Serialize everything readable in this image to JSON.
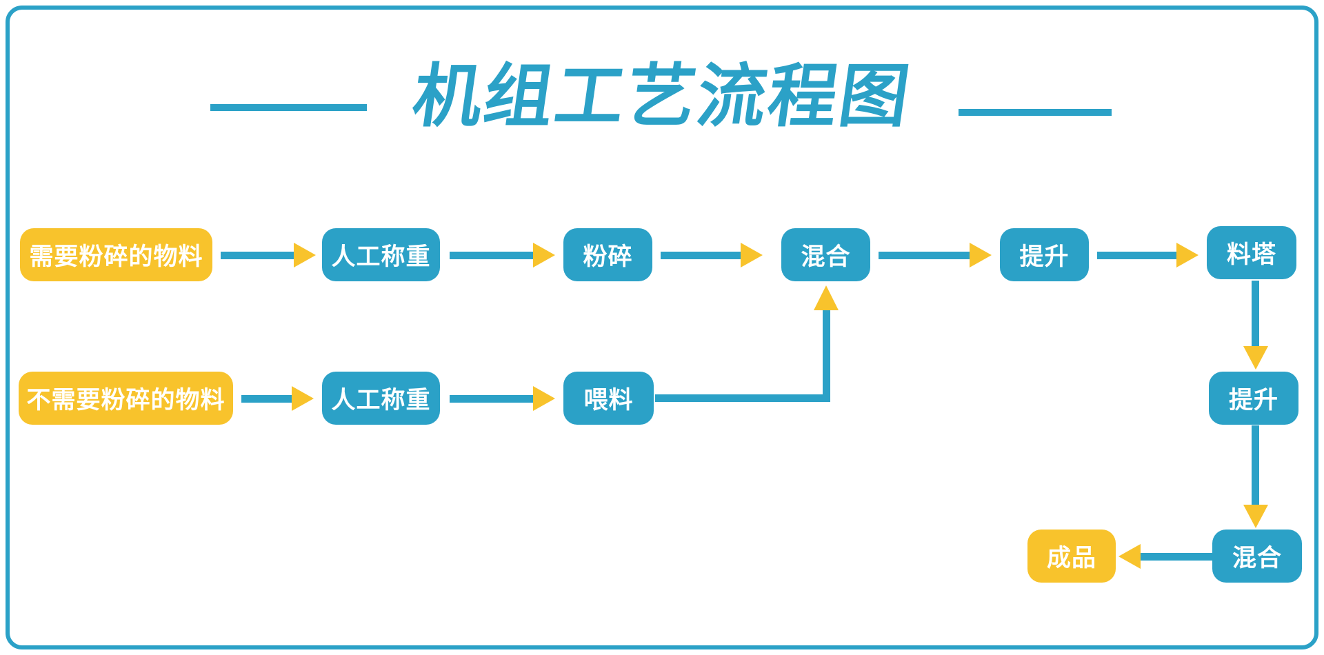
{
  "title": {
    "text": "机组工艺流程图"
  },
  "colors": {
    "teal": "#2BA1C7",
    "yellow": "#F8C32C",
    "box_text": "#FFFFFF"
  },
  "flowchart": {
    "nodes": [
      {
        "id": "mat-crush",
        "label": "需要粉碎的物料",
        "color": "yellow"
      },
      {
        "id": "weigh-1",
        "label": "人工称重",
        "color": "teal"
      },
      {
        "id": "crush",
        "label": "粉碎",
        "color": "teal"
      },
      {
        "id": "mix-1",
        "label": "混合",
        "color": "teal"
      },
      {
        "id": "lift-1",
        "label": "提升",
        "color": "teal"
      },
      {
        "id": "tower",
        "label": "料塔",
        "color": "teal"
      },
      {
        "id": "mat-nocrush",
        "label": "不需要粉碎的物料",
        "color": "yellow"
      },
      {
        "id": "weigh-2",
        "label": "人工称重",
        "color": "teal"
      },
      {
        "id": "feed",
        "label": "喂料",
        "color": "teal"
      },
      {
        "id": "lift-2",
        "label": "提升",
        "color": "teal"
      },
      {
        "id": "mix-2",
        "label": "混合",
        "color": "teal"
      },
      {
        "id": "product",
        "label": "成品",
        "color": "yellow"
      }
    ],
    "edges": [
      {
        "from": "mat-crush",
        "to": "weigh-1"
      },
      {
        "from": "weigh-1",
        "to": "crush"
      },
      {
        "from": "crush",
        "to": "mix-1"
      },
      {
        "from": "mix-1",
        "to": "lift-1"
      },
      {
        "from": "lift-1",
        "to": "tower"
      },
      {
        "from": "mat-nocrush",
        "to": "weigh-2"
      },
      {
        "from": "weigh-2",
        "to": "feed"
      },
      {
        "from": "feed",
        "to": "mix-1"
      },
      {
        "from": "tower",
        "to": "lift-2"
      },
      {
        "from": "lift-2",
        "to": "mix-2"
      },
      {
        "from": "mix-2",
        "to": "product"
      }
    ]
  }
}
